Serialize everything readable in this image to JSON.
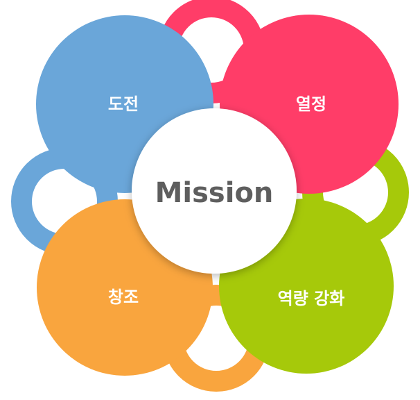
{
  "center": {
    "label": "Mission"
  },
  "petals": [
    {
      "key": "challenge",
      "label": "도전",
      "color": "#6aa6d9"
    },
    {
      "key": "passion",
      "label": "열정",
      "color": "#ff3d68"
    },
    {
      "key": "creativity",
      "label": "창조",
      "color": "#f9a53e"
    },
    {
      "key": "competency",
      "label": "역량 강화",
      "color": "#a6c90a"
    }
  ]
}
